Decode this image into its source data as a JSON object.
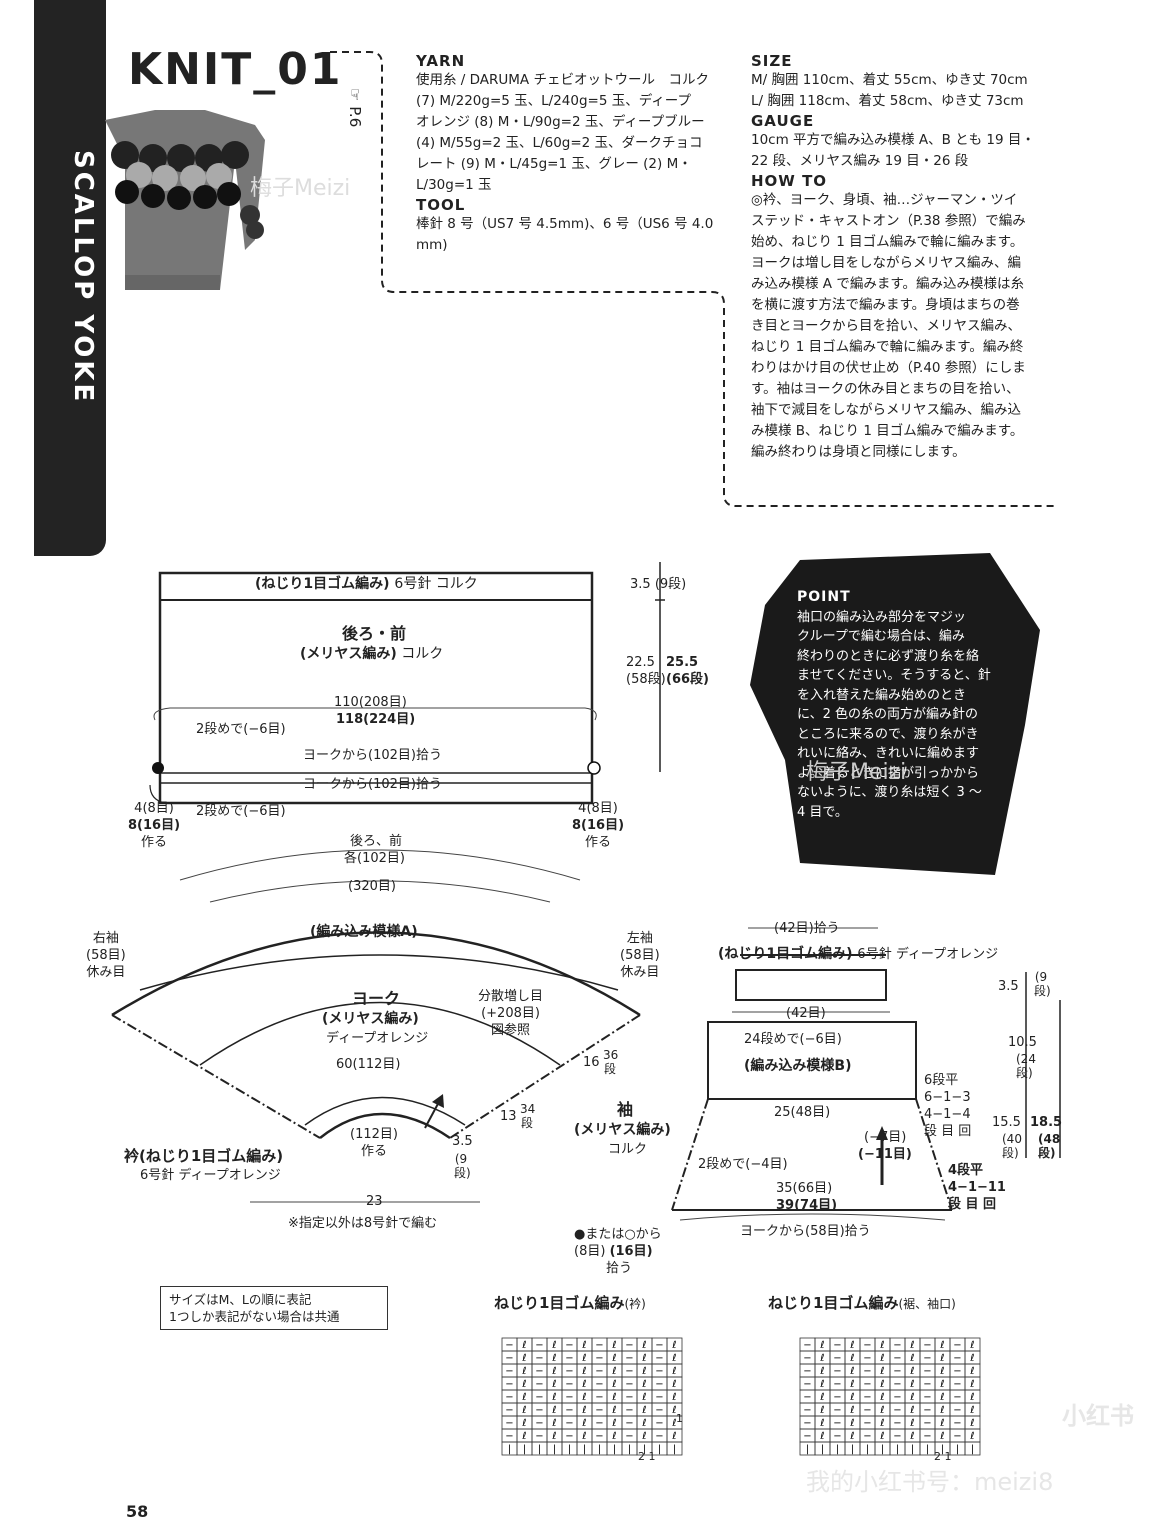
{
  "sidebar": {
    "label": "SCALLOP YOKE"
  },
  "title": "KNIT_01",
  "page_ref": "P.6",
  "yarn": {
    "heading": "YARN",
    "lines": [
      "使用糸 / DARUMA チェビオットウール　コルク",
      "(7) M/220g=5 玉、L/240g=5 玉、ディープ",
      "オレンジ (8) M・L/90g=2 玉、ディープブルー",
      "(4) M/55g=2 玉、L/60g=2 玉、ダークチョコ",
      "レート (9) M・L/45g=1 玉、グレー (2) M・",
      "L/30g=1 玉"
    ]
  },
  "tool": {
    "heading": "TOOL",
    "lines": [
      "棒針 8 号（US7 号 4.5mm)、6 号（US6 号 4.0",
      "mm)"
    ]
  },
  "size": {
    "heading": "SIZE",
    "lines": [
      "M/ 胸囲 110cm、着丈 55cm、ゆき丈 70cm",
      "L/ 胸囲 118cm、着丈 58cm、ゆき丈 73cm"
    ]
  },
  "gauge": {
    "heading": "GAUGE",
    "lines": [
      "10cm 平方で編み込み模様 A、B とも 19 目・",
      "22 段、メリヤス編み 19 目・26 段"
    ]
  },
  "howto": {
    "heading": "HOW TO",
    "lines": [
      "◎衿、ヨーク、身頃、袖…ジャーマン・ツイ",
      "ステッド・キャストオン（P.38 参照）で編み",
      "始め、ねじり 1 目ゴム編みで輪に編みます。",
      "ヨークは増し目をしながらメリヤス編み、編",
      "み込み模様 A で編みます。編み込み模様は糸",
      "を横に渡す方法で編みます。身頃はまちの巻",
      "き目とヨークから目を拾い、メリヤス編み、",
      "ねじり 1 目ゴム編みで輪に編みます。編み終",
      "わりはかけ目の伏せ止め（P.40 参照）にしま",
      "す。袖はヨークの休み目とまちの目を拾い、",
      "袖下で減目をしながらメリヤス編み、編み込",
      "み模様 B、ねじり 1 目ゴム編みで編みます。",
      "編み終わりは身頃と同様にします。"
    ]
  },
  "point": {
    "heading": "POINT",
    "lines": [
      "袖口の編み込み部分をマジッ",
      "クループで編む場合は、編み",
      "終わりのときに必ず渡り糸を絡",
      "ませてください。そうすると、針",
      "を入れ替えた編み始めのとき",
      "に、2 色の糸の両方が編み針の",
      "ところに来るので、渡り糸がき",
      "れいに絡み、きれいに編めます",
      "よ。着るときに指が引っかから",
      "ないように、渡り糸は短く 3 〜",
      "4 目で。"
    ]
  },
  "body": {
    "rib": "(ねじり1目ゴム編み)",
    "rib_note": "6号針 コルク",
    "name": "後ろ・前",
    "stitch": "(メリヤス編み)",
    "color": "コルク",
    "width_m": "110(208目)",
    "width_l": "118(224目)",
    "dec1": "2段めで(−6目)",
    "dec2": "2段めで(−6目)",
    "pick1": "ヨークから(102目)拾う",
    "pick2": "ヨークから(102目)拾う",
    "gusset_m": "4(8目)",
    "gusset_l": "8(16目)",
    "gusset_make": "作る",
    "h_rib": "3.5",
    "h_rib_rows": "(9段)",
    "h_body_m": "22.5",
    "h_body_m_rows": "(58段)",
    "h_body_l": "25.5",
    "h_body_l_rows": "(66段)"
  },
  "yoke": {
    "top1": "後ろ、前",
    "top2": "各(102目)",
    "top3": "(320目)",
    "pattern": "(編み込み模様A)",
    "name": "ヨーク",
    "stitch": "(メリヤス編み)",
    "color": "ディープオレンジ",
    "right_sleeve": [
      "右袖",
      "(58目)",
      "休み目"
    ],
    "left_sleeve": [
      "左袖",
      "(58目)",
      "休み目"
    ],
    "inc": [
      "分散増し目",
      "(+208目)",
      "図参照"
    ],
    "inner": "60(112目)",
    "collar_sts": "(112目)",
    "collar_make": "作る",
    "h16": "16",
    "r36": "36段",
    "h13": "13",
    "r34": "34段",
    "h35": "3.5",
    "r9": "(9段)",
    "width": "23",
    "note": "※指定以外は8号針で編む"
  },
  "collar": {
    "title": "衿(ねじり1目ゴム編み)",
    "note": "6号針 ディープオレンジ"
  },
  "sleeve": {
    "top": "(42目)拾う",
    "rib": "(ねじり1目ゴム編み)",
    "rib_note": "6号針 ディープオレンジ",
    "s42": "(42目)",
    "dec24": "24段めで(−6目)",
    "pattern": "(編み込み模様B)",
    "w25": "25(48目)",
    "name": "袖",
    "stitch": "(メリヤス編み)",
    "color": "コルク",
    "dec2": "2段めで(−4目)",
    "w35": "35(66目)",
    "w39": "39(74目)",
    "pick": "ヨークから(58目)拾う",
    "dec7": "(−7目)",
    "dec11": "(−11目)",
    "pickup_note": "●または○から",
    "pickup_m": "(8目)",
    "pickup_l": "(16目)",
    "pickup_word": "拾う",
    "m_rule": [
      "6段平",
      "6−1−3",
      "4−1−4",
      "段 目 回"
    ],
    "l_rule": [
      "4段平",
      "4−1−11",
      "段 目 回"
    ],
    "h35": "3.5",
    "r9": "(9段)",
    "h105": "10.5",
    "r24": "(24段)",
    "h155": "15.5",
    "r40": "(40段)",
    "h185": "18.5",
    "r48": "(48段)"
  },
  "notes": [
    "サイズはM、Lの順に表記",
    "1つしか表記がない場合は共通"
  ],
  "chart1": {
    "title": "ねじり1目ゴム編み",
    "sub": "(衿)"
  },
  "chart2": {
    "title": "ねじり1目ゴム編み",
    "sub": "(裾、袖口)"
  },
  "chart_nums": {
    "r1": "1",
    "c2": "2",
    "c1": "1"
  },
  "watermarks": [
    "梅子Meizi",
    "我的小红书号：meizi8",
    "小红书"
  ],
  "page_number": "58"
}
